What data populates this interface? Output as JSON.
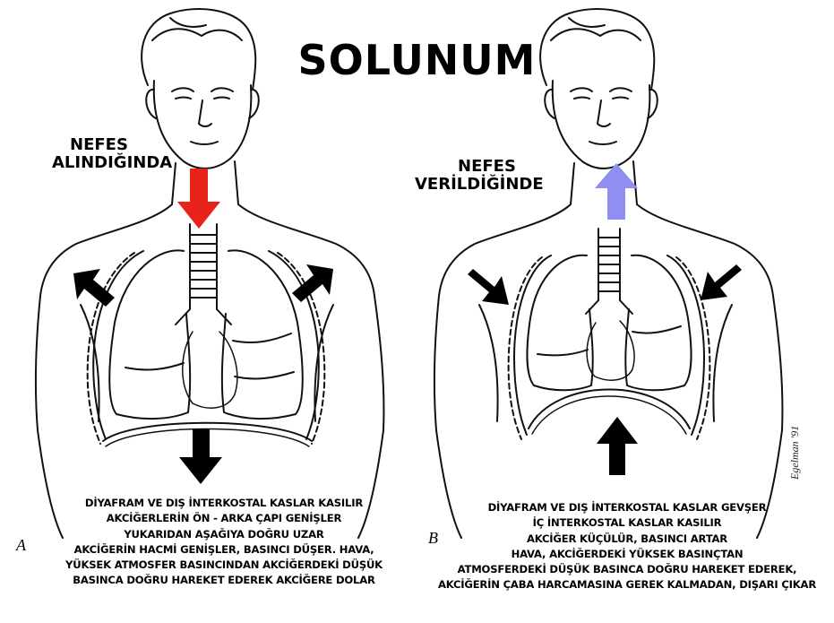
{
  "title": "SOLUNUM",
  "panel_a": {
    "letter": "A",
    "label_line1": "NEFES",
    "label_line2": "ALINDIĞINDA",
    "description": [
      "DİYAFRAM VE DIŞ İNTERKOSTAL KASLAR KASILIR",
      "AKCİĞERLERİN ÖN - ARKA ÇAPI GENİŞLER",
      "YUKARIDAN AŞAĞIYA DOĞRU UZAR",
      "AKCİĞERİN HACMİ GENİŞLER, BASINCI DÜŞER.  HAVA,",
      "YÜKSEK ATMOSFER BASINCINDAN AKCİĞERDEKİ DÜŞÜK",
      "BASINCA DOĞRU HAREKET EDEREK AKCİĞERE DOLAR"
    ],
    "airflow_arrow_color": "#e8231c"
  },
  "panel_b": {
    "letter": "B",
    "label_line1": "NEFES",
    "label_line2": "VERİLDİĞİNDE",
    "description": [
      "DİYAFRAM VE DIŞ İNTERKOSTAL KASLAR GEVŞER",
      "İÇ İNTERKOSTAL KASLAR KASILIR",
      "AKCİĞER KÜÇÜLÜR, BASINCI ARTAR",
      "HAVA, AKCİĞERDEKİ  YÜKSEK BASINÇTAN",
      "ATMOSFERDEKİ  DÜŞÜK  BASINCA DOĞRU HAREKET EDEREK,",
      "AKCİĞERİN ÇABA HARCAMASINA GEREK KALMADAN, DIŞARI ÇIKAR"
    ],
    "airflow_arrow_color": "#8f8ff2"
  },
  "signature": "Egelman '91"
}
